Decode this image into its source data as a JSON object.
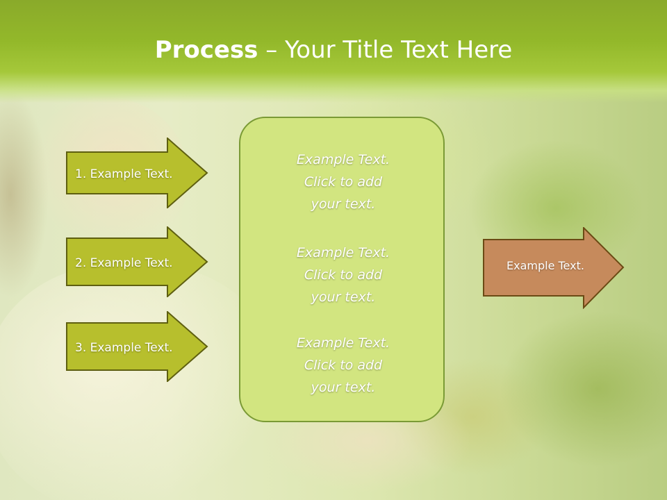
{
  "slide": {
    "title_bold": "Process",
    "title_rest": " – Your Title Text Here"
  },
  "steps": [
    {
      "label": "1. Example Text."
    },
    {
      "label": "2. Example Text."
    },
    {
      "label": "3. Example Text."
    }
  ],
  "center_box": {
    "blocks": [
      {
        "line1": "Example Text.",
        "line2": "Click  to add",
        "line3": "your text."
      },
      {
        "line1": "Example Text.",
        "line2": "Click  to add",
        "line3": "your text."
      },
      {
        "line1": "Example Text.",
        "line2": "Click  to add",
        "line3": "your text."
      }
    ]
  },
  "output_arrow": {
    "label": "Example Text."
  },
  "colors": {
    "title_bar": "#93b82a",
    "step_arrow_fill": "#b7bf2d",
    "center_box_fill": "#d2e580",
    "output_arrow_fill": "#c68a5c"
  }
}
